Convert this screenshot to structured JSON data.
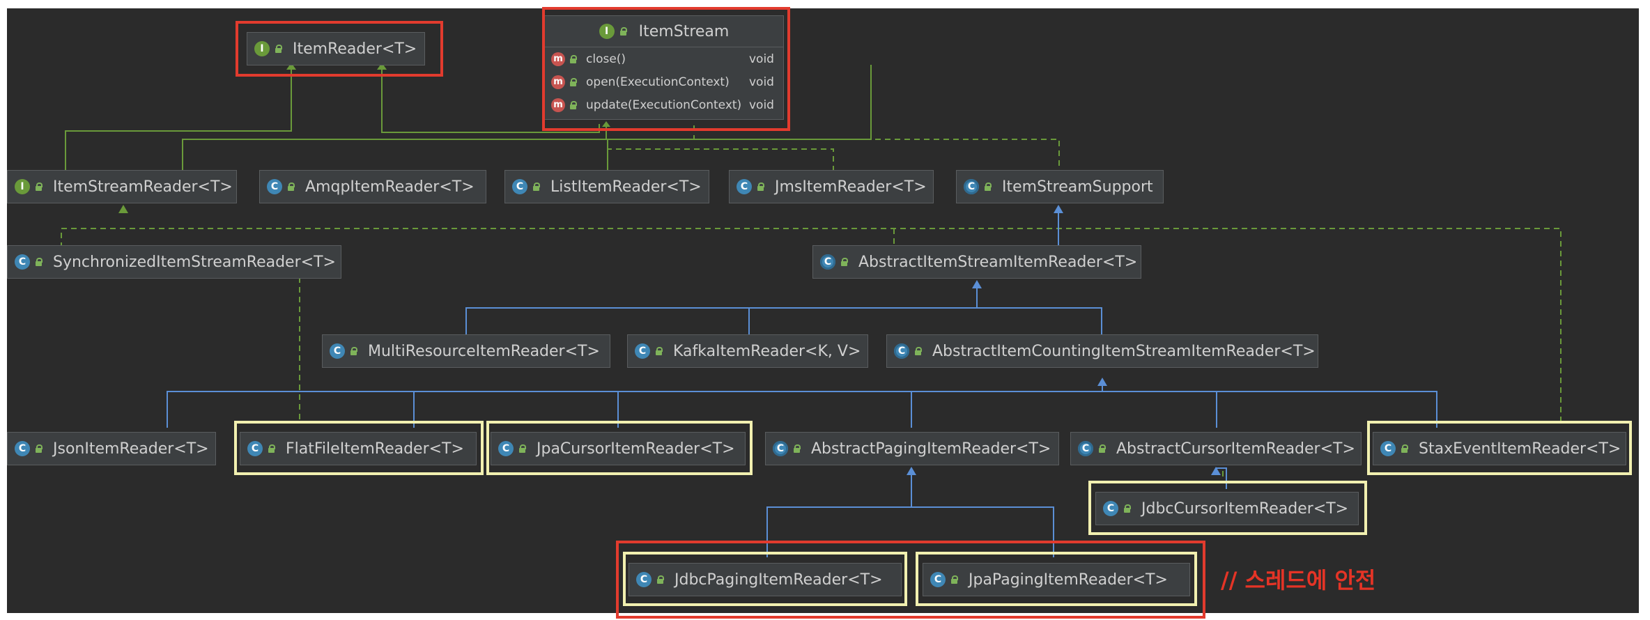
{
  "diagram": {
    "item_stream": {
      "name": "ItemStream",
      "methods": [
        {
          "name": "close()",
          "ret": "void"
        },
        {
          "name": "open(ExecutionContext)",
          "ret": "void"
        },
        {
          "name": "update(ExecutionContext)",
          "ret": "void"
        }
      ]
    },
    "nodes": {
      "item_reader": "ItemReader<T>",
      "item_stream_reader": "ItemStreamReader<T>",
      "amqp_item_reader": "AmqpItemReader<T>",
      "list_item_reader": "ListItemReader<T>",
      "jms_item_reader": "JmsItemReader<T>",
      "item_stream_support": "ItemStreamSupport",
      "synchronized_item_stream_reader": "SynchronizedItemStreamReader<T>",
      "abstract_item_stream_item_reader": "AbstractItemStreamItemReader<T>",
      "multi_resource_item_reader": "MultiResourceItemReader<T>",
      "kafka_item_reader": "KafkaItemReader<K, V>",
      "abstract_item_counting_item_stream_item_reader": "AbstractItemCountingItemStreamItemReader<T>",
      "json_item_reader": "JsonItemReader<T>",
      "flat_file_item_reader": "FlatFileItemReader<T>",
      "jpa_cursor_item_reader": "JpaCursorItemReader<T>",
      "abstract_paging_item_reader": "AbstractPagingItemReader<T>",
      "abstract_cursor_item_reader": "AbstractCursorItemReader<T>",
      "stax_event_item_reader": "StaxEventItemReader<T>",
      "jdbc_cursor_item_reader": "JdbcCursorItemReader<T>",
      "jdbc_paging_item_reader": "JdbcPagingItemReader<T>",
      "jpa_paging_item_reader": "JpaPagingItemReader<T>"
    },
    "icon_letters": {
      "interface": "I",
      "class": "C",
      "method": "m"
    },
    "annotation": "// 스레드에 안전",
    "colors": {
      "background": "#2b2b2b",
      "node_fill": "#3c3f41",
      "interface_icon": "#6a9a3a",
      "class_icon": "#3f87b5",
      "realization_edge": "#6a9a3a",
      "inheritance_edge": "#5b8fd6",
      "highlight_red": "#e23b2e",
      "highlight_yellow": "#f2f0b0",
      "annotation": "#e53426"
    }
  }
}
